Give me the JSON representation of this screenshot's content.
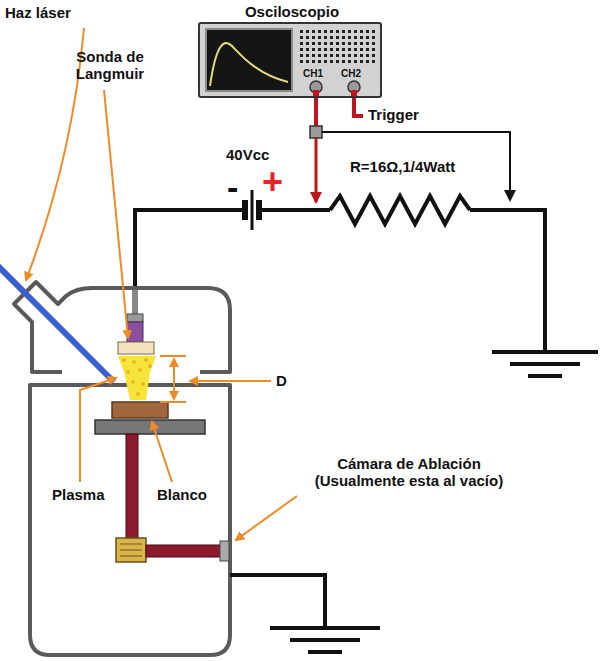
{
  "diagram": {
    "nodes": [
      {
        "text": [
          "Osciloscopio",
          "CH1",
          "CH2"
        ]
      }
    ],
    "labels": [
      "Haz láser",
      "Sonda de Langmuir",
      "Trigger",
      "-",
      "+",
      "40Vcc",
      "R=16Ω,1/4Watt",
      "D",
      "Plasma",
      "Blanco",
      "Cámara de Ablación (Usualmente esta al vacío)"
    ]
  }
}
